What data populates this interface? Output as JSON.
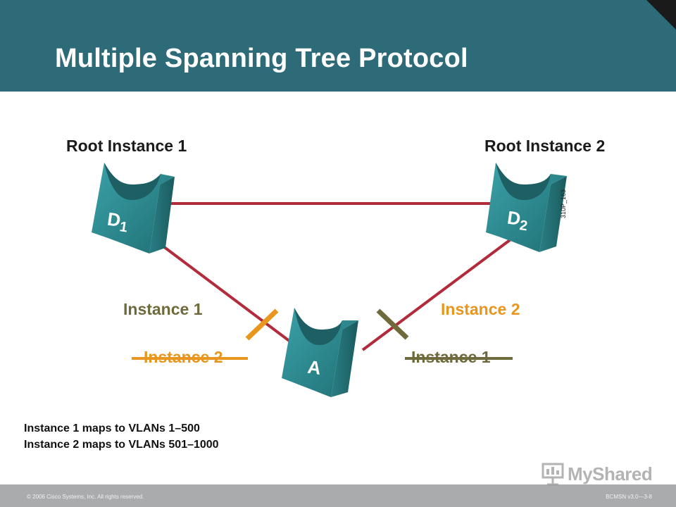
{
  "header": {
    "title": "Multiple Spanning Tree Protocol"
  },
  "diagram": {
    "root_left": "Root Instance 1",
    "root_right": "Root Instance 2",
    "switches": {
      "d1": "D1",
      "d2": "D2",
      "a": "A"
    },
    "left_link_forwarding": "Instance 1",
    "left_link_blocked": "Instance 2",
    "right_link_forwarding": "Instance 2",
    "right_link_blocked": "Instance 1",
    "figure_code": "310P_163"
  },
  "notes": {
    "line1": "Instance 1 maps to VLANs 1–500",
    "line2": "Instance 2 maps to VLANs 501–1000"
  },
  "footer": {
    "copyright": "© 2006 Cisco Systems, Inc. All rights reserved.",
    "course": "BCMSN v3.0—3-8",
    "watermark": "MyShared"
  },
  "colors": {
    "header_bg": "#2d6b78",
    "link": "#b22b3a",
    "instance1": "#6f6a3c",
    "instance2": "#e8961e",
    "switch": "#2f8f95"
  },
  "icons": [
    "switch-icon",
    "presentation-board-icon"
  ]
}
